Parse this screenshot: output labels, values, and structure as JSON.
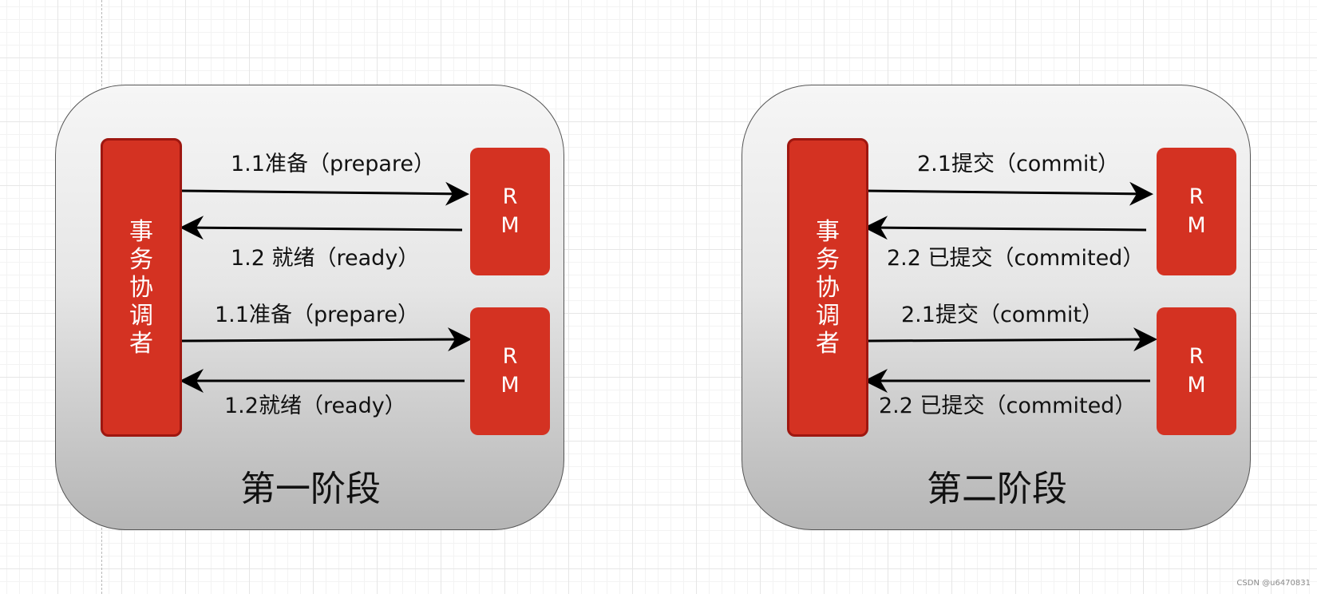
{
  "panels": [
    {
      "coordinator_label": "事务协调者",
      "rm_labels": [
        "RM",
        "RM"
      ],
      "messages": {
        "request_1": "1.1准备（prepare）",
        "response_1": "1.2 就绪（ready）",
        "request_2": "1.1准备（prepare）",
        "response_2": "1.2就绪（ready）"
      },
      "title": "第一阶段"
    },
    {
      "coordinator_label": "事务协调者",
      "rm_labels": [
        "RM",
        "RM"
      ],
      "messages": {
        "request_1": "2.1提交（commit）",
        "response_1": "2.2 已提交（commited）",
        "request_2": "2.1提交（commit）",
        "response_2": "2.2 已提交（commited）"
      },
      "title": "第二阶段"
    }
  ],
  "watermark": "CSDN @u6470831",
  "colors": {
    "node_fill": "#d43222",
    "node_border": "#9e1710",
    "arrow": "#000000"
  }
}
